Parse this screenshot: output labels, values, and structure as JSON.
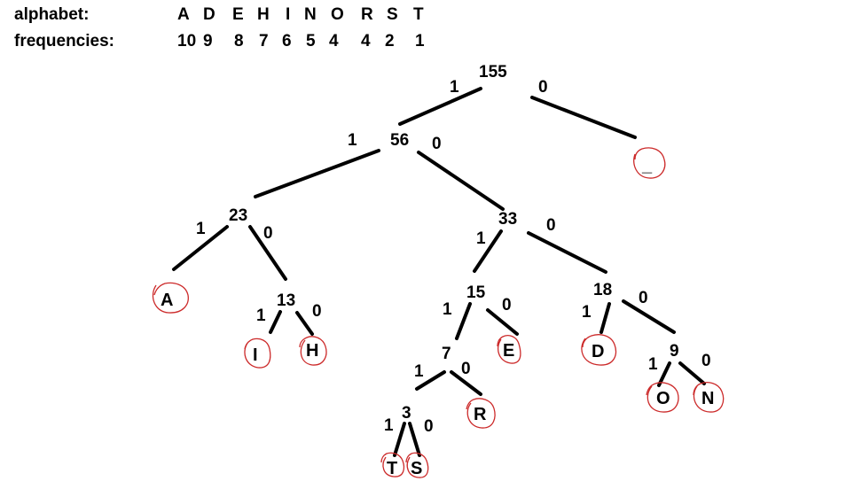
{
  "header": {
    "alphabet_label": "alphabet:",
    "frequencies_label": "frequencies:",
    "letters": [
      "A",
      "D",
      "E",
      "H",
      "I",
      "N",
      "O",
      "R",
      "S",
      "T"
    ],
    "frequencies": [
      "10",
      "9",
      "8",
      "7",
      "6",
      "5",
      "4",
      "4",
      "2",
      "1"
    ]
  },
  "tree": {
    "nodes": {
      "root": "155",
      "n56": "56",
      "n23": "23",
      "n33": "33",
      "n13": "13",
      "n15": "15",
      "n18": "18",
      "n7": "7",
      "n9": "9",
      "n3": "3"
    },
    "leaves": {
      "space": "_",
      "A": "A",
      "I": "I",
      "H": "H",
      "E": "E",
      "D": "D",
      "R": "R",
      "O": "O",
      "N": "N",
      "T": "T",
      "S": "S"
    },
    "edge_labels": {
      "root_left": "1",
      "root_right": "0",
      "n56_left": "1",
      "n56_right": "0",
      "n23_left": "1",
      "n23_right": "0",
      "n33_left": "1",
      "n33_right": "0",
      "n13_left": "1",
      "n13_right": "0",
      "n15_left": "1",
      "n15_right": "0",
      "n18_left": "1",
      "n18_right": "0",
      "n7_left": "1",
      "n7_right": "0",
      "n9_left": "1",
      "n9_right": "0",
      "n3_left": "1",
      "n3_right": "0"
    }
  },
  "colors": {
    "ink": "#000000",
    "leaf_circle": "#cc2a2a",
    "background": "#ffffff"
  }
}
